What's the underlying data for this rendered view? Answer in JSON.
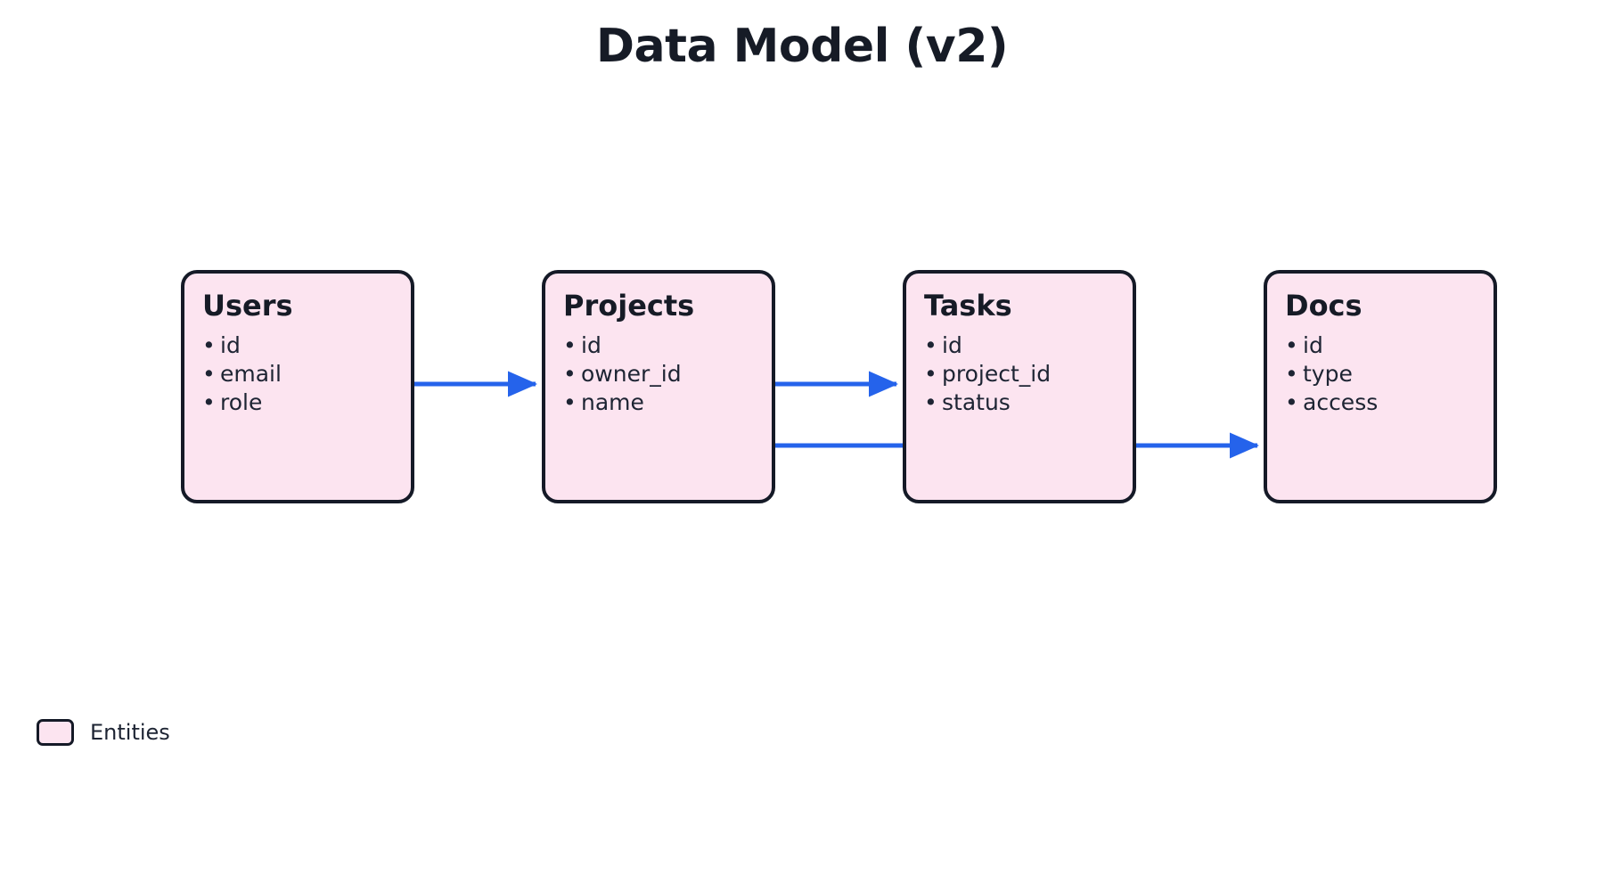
{
  "title": "Data Model (v2)",
  "colors": {
    "entity_fill": "#fce4f0",
    "entity_border": "#151a27",
    "edge": "#2563eb",
    "title_text": "#161b26"
  },
  "entities": [
    {
      "name": "Users",
      "fields": [
        "id",
        "email",
        "role"
      ]
    },
    {
      "name": "Projects",
      "fields": [
        "id",
        "owner_id",
        "name"
      ]
    },
    {
      "name": "Tasks",
      "fields": [
        "id",
        "project_id",
        "status"
      ]
    },
    {
      "name": "Docs",
      "fields": [
        "id",
        "type",
        "access"
      ]
    }
  ],
  "edges": [
    {
      "from": "Users",
      "to": "Projects",
      "label": ""
    },
    {
      "from": "Projects",
      "to": "Tasks",
      "label": ""
    },
    {
      "from": "Projects",
      "to": "Docs",
      "label": ""
    }
  ],
  "legend": {
    "items": [
      {
        "label": "Entities",
        "color": "#fce4f0"
      }
    ]
  },
  "bullet_glyph": "•"
}
